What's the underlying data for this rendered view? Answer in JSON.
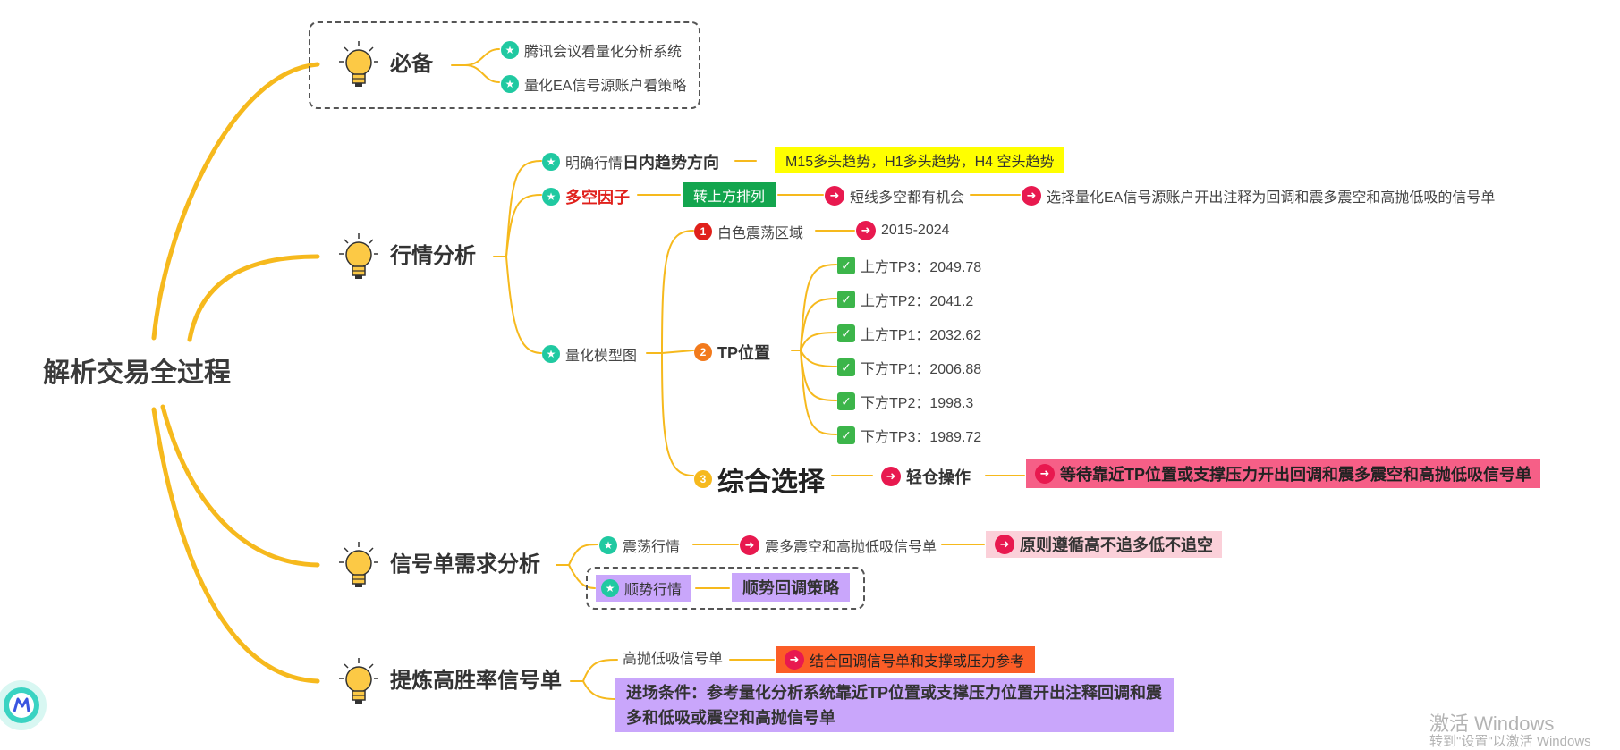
{
  "root": "解析交易全过程",
  "branches": {
    "bibei": {
      "title": "必备",
      "items": [
        "腾讯会议看量化分析系统",
        "量化EA信号源账户看策略"
      ]
    },
    "hangqing": {
      "title": "行情分析",
      "trend_prefix": "明确行情",
      "trend_bold": "日内趋势方向",
      "trend_note": "M15多头趋势，H1多头趋势，H4 空头趋势",
      "factor": "多空因子",
      "factor_tag": "转上方排列",
      "factor_chance": "短线多空都有机会",
      "factor_action": "选择量化EA信号源账户开出注释为回调和震多震空和高抛低吸的信号单",
      "model": "量化模型图",
      "zone_num": "1",
      "zone": "白色震荡区域",
      "zone_years": "2015-2024",
      "tp_num": "2",
      "tp": "TP位置",
      "tp_levels": [
        "上方TP3：2049.78",
        "上方TP2：2041.2",
        "上方TP1：2032.62",
        "下方TP1：2006.88",
        "下方TP2：1998.3",
        "下方TP3：1989.72"
      ],
      "combo_num": "3",
      "combo": "综合选择",
      "light": "轻仓操作",
      "wait": "等待靠近TP位置或支撑压力开出回调和震多震空和高抛低吸信号单"
    },
    "xinhao": {
      "title": "信号单需求分析",
      "range": "震荡行情",
      "range_order": "震多震空和高抛低吸信号单",
      "principle": "原则遵循高不追多低不追空",
      "trend": "顺势行情",
      "trend_strategy": "顺势回调策略"
    },
    "tilian": {
      "title": "提炼高胜率信号单",
      "hilo": "高抛低吸信号单",
      "combine": "结合回调信号单和支撑或压力参考",
      "entry": "进场条件：参考量化分析系统靠近TP位置或支撑压力位置开出注释回调和震多和低吸或震空和高抛信号单"
    }
  },
  "watermark": {
    "line1": "激活 Windows",
    "line2": "转到\"设置\"以激活 Windows"
  },
  "icons": [
    "lightbulb-icon",
    "star-icon",
    "arrow-right-icon",
    "check-icon",
    "logo-icon"
  ],
  "colors": {
    "branch": "#f6b91d",
    "star": "#20c9a1",
    "arrow": "#e8194f",
    "yellow": "#ffff00",
    "green_tag": "#13a54e",
    "pink": "#f65f87",
    "light_pink": "#fbd0d9",
    "purple": "#c9a6fb",
    "orange": "#fb5d27"
  }
}
